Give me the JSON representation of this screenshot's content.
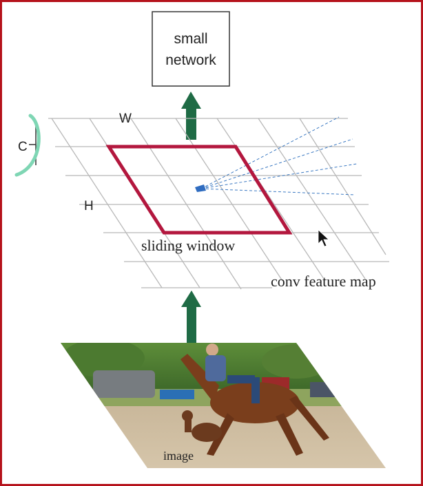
{
  "diagram": {
    "small_network_line1": "small",
    "small_network_line2": "network",
    "label_w": "W",
    "label_h": "H",
    "label_c": "C",
    "sliding_window_label": "sliding window",
    "feature_map_label": "conv feature map",
    "image_label": "image"
  },
  "colors": {
    "frame_border": "#b5121b",
    "arrow": "#1f6b45",
    "window": "#b3173e",
    "grid": "#b8b8b8",
    "projection": "#3a78c2",
    "bracket": "#7fd6b4"
  },
  "icons": [
    "mouse-cursor-icon"
  ]
}
